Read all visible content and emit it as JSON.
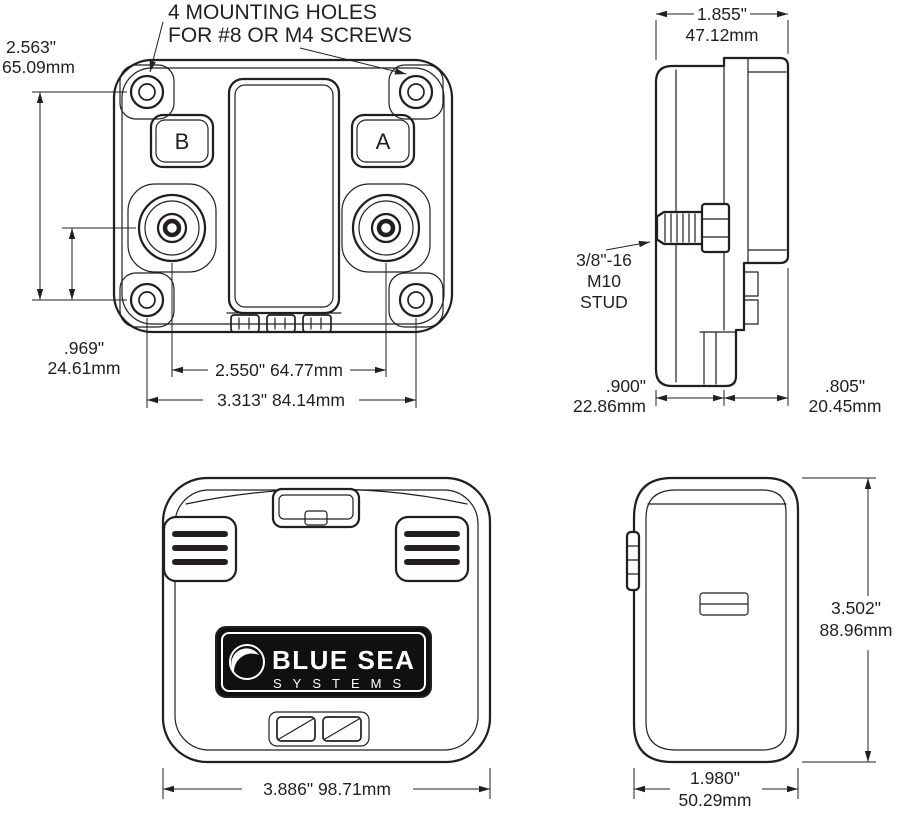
{
  "colors": {
    "ink": "#231f20",
    "paper": "#ffffff",
    "logo_bg": "#101010"
  },
  "front_view": {
    "note_line1": "4 MOUNTING HOLES",
    "note_line2": "FOR #8 OR M4 SCREWS",
    "button_b": "B",
    "button_a": "A",
    "dim_vertical_in": "2.563\"",
    "dim_vertical_mm": "65.09mm",
    "dim_stud_offset_in": ".969\"",
    "dim_stud_offset_mm": "24.61mm",
    "dim_stud_spacing": "2.550\" 64.77mm",
    "dim_hole_spacing": "3.313\" 84.14mm"
  },
  "side_view": {
    "dim_depth_in": "1.855\"",
    "dim_depth_mm": "47.12mm",
    "stud_note_line1": "3/8\"-16",
    "stud_note_line2": "M10",
    "stud_note_line3": "STUD",
    "dim_front_depth_in": ".900\"",
    "dim_front_depth_mm": "22.86mm",
    "dim_rear_depth_in": ".805\"",
    "dim_rear_depth_mm": "20.45mm"
  },
  "cover_front_view": {
    "brand_line1": "BLUE SEA",
    "brand_line2": "SYSTEMS",
    "dim_width": "3.886\" 98.71mm"
  },
  "cover_side_view": {
    "dim_height_in": "3.502\"",
    "dim_height_mm": "88.96mm",
    "dim_depth_in": "1.980\"",
    "dim_depth_mm": "50.29mm"
  }
}
